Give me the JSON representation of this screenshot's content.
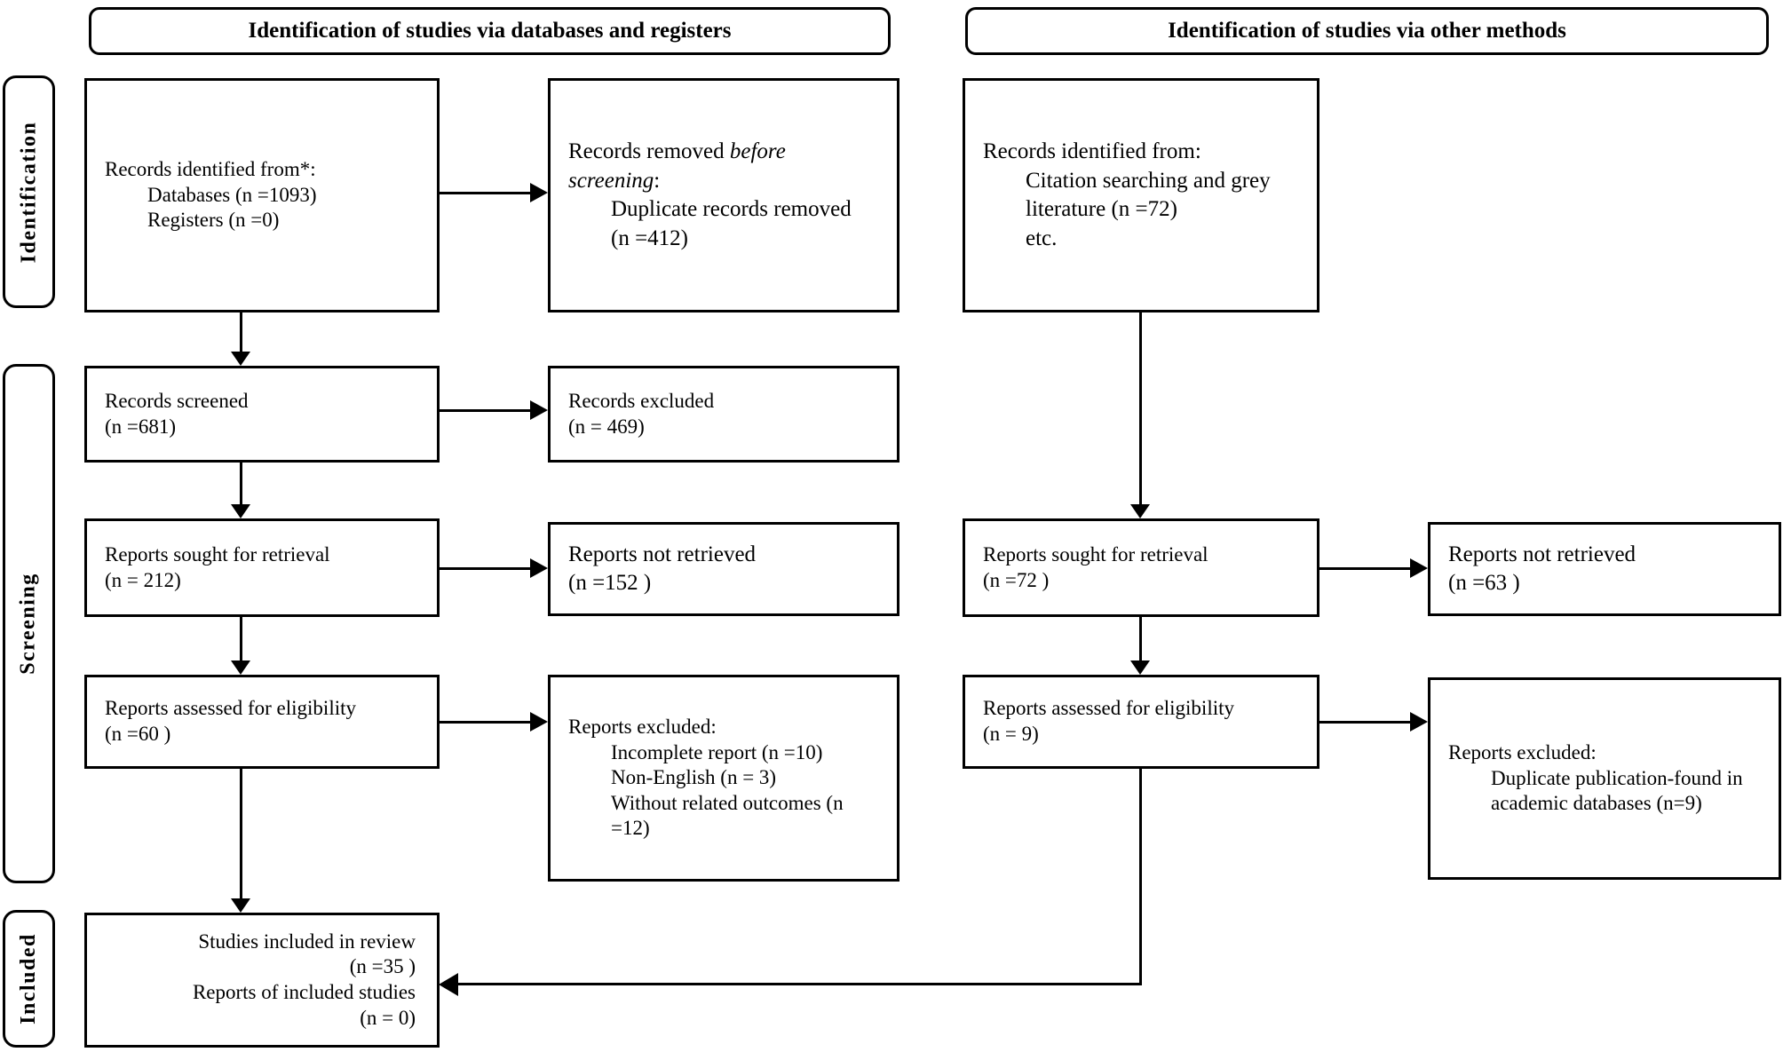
{
  "headers": {
    "left": "Identification of studies via databases and registers",
    "right": "Identification of studies via other methods"
  },
  "side_labels": {
    "identification": "Identification",
    "screening": "Screening",
    "included": "Included"
  },
  "boxes": {
    "records_identified_db": {
      "lines": [
        {
          "t": "Records identified from*:"
        },
        {
          "t": "Databases (n =1093)",
          "indent": true
        },
        {
          "t": "Registers (n =0)",
          "indent": true
        }
      ]
    },
    "records_removed": {
      "lines": [
        {
          "parts": [
            {
              "t": "Records removed "
            },
            {
              "t": "before",
              "i": true
            }
          ]
        },
        {
          "parts": [
            {
              "t": "screening",
              "i": true
            },
            {
              "t": ":"
            }
          ]
        },
        {
          "t": "Duplicate records removed",
          "indent": true
        },
        {
          "t": "(n =412)",
          "indent": true
        }
      ]
    },
    "records_identified_other": {
      "lines": [
        {
          "t": "Records identified from:"
        },
        {
          "t": "Citation searching and grey",
          "indent": true
        },
        {
          "t": "literature (n =72)",
          "indent": true
        },
        {
          "t": "etc.",
          "indent": true
        }
      ]
    },
    "records_screened": {
      "lines": [
        {
          "t": "Records screened"
        },
        {
          "t": "(n =681)"
        }
      ]
    },
    "records_excluded": {
      "lines": [
        {
          "t": "Records excluded"
        },
        {
          "t": "(n = 469)"
        }
      ]
    },
    "reports_sought_db": {
      "lines": [
        {
          "t": "Reports sought for retrieval"
        },
        {
          "t": "(n = 212)"
        }
      ]
    },
    "reports_not_retrieved_db": {
      "lines": [
        {
          "t": "Reports not retrieved"
        },
        {
          "t": "(n =152 )"
        }
      ]
    },
    "reports_sought_other": {
      "lines": [
        {
          "t": "Reports sought for retrieval"
        },
        {
          "t": "(n =72 )"
        }
      ]
    },
    "reports_not_retrieved_other": {
      "lines": [
        {
          "t": "Reports not retrieved"
        },
        {
          "t": "(n =63 )"
        }
      ]
    },
    "reports_assessed_db": {
      "lines": [
        {
          "t": "Reports assessed for eligibility"
        },
        {
          "t": "(n =60 )"
        }
      ]
    },
    "reports_excluded_db": {
      "lines": [
        {
          "t": "Reports excluded:"
        },
        {
          "t": "Incomplete report (n =10)",
          "indent": true
        },
        {
          "t": "Non-English (n = 3)",
          "indent": true
        },
        {
          "t": "Without related outcomes (n",
          "indent": true
        },
        {
          "t": "=12)",
          "indent": true
        }
      ]
    },
    "reports_assessed_other": {
      "lines": [
        {
          "t": "Reports assessed for eligibility"
        },
        {
          "t": "(n = 9)"
        }
      ]
    },
    "reports_excluded_other": {
      "lines": [
        {
          "t": "Reports excluded:"
        },
        {
          "t": "Duplicate publication-found in",
          "indent": true
        },
        {
          "t": "academic databases (n=9)",
          "indent": true
        }
      ]
    },
    "included": {
      "lines": [
        {
          "t": "Studies included in review"
        },
        {
          "t": "(n =35 )"
        },
        {
          "t": "Reports of included studies"
        },
        {
          "t": "(n = 0)"
        }
      ]
    }
  },
  "colors": {
    "ink": "#000000",
    "paper": "#ffffff"
  }
}
